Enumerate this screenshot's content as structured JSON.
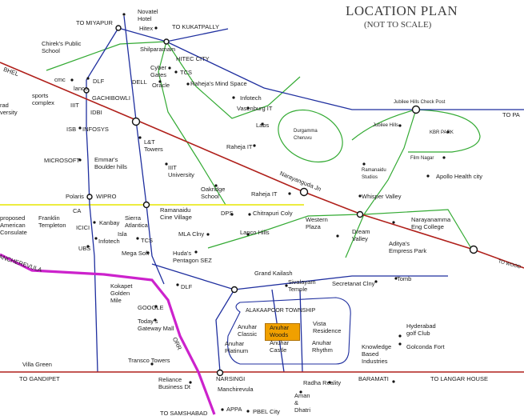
{
  "title": "LOCATION PLAN",
  "subtitle": "(NOT TO SCALE)",
  "colors": {
    "background": "#ffffff",
    "major_road": "#b0201b",
    "arterial_road": "#1f2f9f",
    "inner_road": "#33aa33",
    "link_road": "#e6e600",
    "orr": "#cc22cc",
    "highlight": "#f0a000",
    "landmark_dot": "#111111"
  },
  "labels": {
    "to_miyapur": "TO MIYAPUR",
    "novatel_hotel": "Novatel Hotel",
    "hitex": "Hitex",
    "to_kukatpally": "TO KUKATPALLY",
    "chirek_school": "Chirek's Public School",
    "shilparamam": "Shilparamam",
    "hitec_city": "HITEC CITY",
    "cyber_gates": "Cyber Gates",
    "tcs_top": "TCS",
    "oracle": "Oracle",
    "rahejas_mind_space": "Raheja's Mind Space",
    "bhel": "BHEL",
    "cmc": "cmc",
    "dlf_top": "DLF",
    "dell": "DELL",
    "lanco": "lanco",
    "sports_complex": "sports complex",
    "gachibowli": "GACHIBOWLI",
    "idbi": "IDBI",
    "iiit": "IIIT",
    "infotech": "Infotech",
    "vasenburg_it": "Vasenburg IT",
    "central_university": "rad versity",
    "jubilee_check_post": "Jubilee Hills Check Post",
    "to_pa": "TO PA",
    "jubilee_hills": "Jubilee Hills",
    "kbr_park": "KBR PARK",
    "durgamma_cheruvu": "Durgamma Cheruvu",
    "isb": "ISB",
    "infosys": "INFOSYS",
    "labs": "Labs",
    "lt_towers": "L&T Towers",
    "raheja_it": "Raheja IT",
    "film_nagar": "Film Nagar",
    "ramanaidu_studios": "Ramanaidu Studios",
    "apollo_health_city": "Apollo Health city",
    "microsoft": "MICROSOFT",
    "emmars_boulder_hills": "Emmar's Boulder hills",
    "iiit_university": "IIIT University",
    "narayanguda_jn": "Narayanguda Jn",
    "raheja_it_2": "Raheja IT",
    "whisper_valley": "Whisper Valley",
    "polaris": "Polaris",
    "wipro": "WIPRO",
    "ca": "CA",
    "oakridge_school": "Oakridge School",
    "ramanaidu_cine_village": "Ramanaidu Cine Village",
    "dps": "DPS",
    "chitrapuri_coly": "Chitrapuri Coly",
    "narayanamma_college": "Narayanamma Eng College",
    "proposed_american_consulate": "proposed American Consulate",
    "franklin_templeton": "Franklin Templeton",
    "kanbay": "Kanbay",
    "sierra_atlantica": "Sierra Atlantica",
    "western_plaza": "Western Plaza",
    "dream_valley": "Dream Valley",
    "aditya_empress_park": "Aditya's Empress Park",
    "icici": "ICICI",
    "isla": "Isla",
    "infotech_2": "Infotech",
    "tcs_mid": "TCS",
    "mla_colony": "MLA Clny",
    "lanco_hills": "Lanco Hills",
    "manchirevula_left": "ANCHEREVULA",
    "ubs": "UBS",
    "mega_soft": "Mega Soft",
    "hudas_pentagon_sez": "Huda's Pentagon SEZ",
    "to_wood": "TO WOOD",
    "grand_kailash": "Grand Kailash",
    "sivalayam_temple": "Sivalayam Temple",
    "secretariat_colony": "Secretanat Clny",
    "tomb": "Tomb",
    "kokapet_golden_mile": "Kokapet Golden Mile",
    "dlf_mid": "DLF",
    "alakaapoor_township": "ALAKAAPOOR TOWNSHIP",
    "google": "GOOGLE",
    "todays_gateway_mall": "Today's Gateway Mall",
    "anuhar_classic": "Anuhar Classic",
    "anuhar_woods": "Anuhar Woods",
    "vista_residence": "Vista Residence",
    "hyderabad_golf_club": "Hyderabad golf Club",
    "anuhar_platinum": "Anuhar Platinum",
    "anuhar_castle": "Anuhar Castle",
    "anuhar_rhythm": "Anuhar Rhythm",
    "knowledge_based_industries": "Knowledge Based Industries",
    "golconda_fort": "Golconda Fort",
    "orr_label": "ORR",
    "transco_towers": "Transco Towers",
    "villa_green": "Villa Green",
    "to_gandipet": "TO GANDIPET",
    "narsingi": "NARSINGI",
    "radha_reality": "Radha Reality",
    "baramati": "BARAMATI",
    "to_langar_house": "TO LANGAR HOUSE",
    "reliance_business_dt": "Reliance Business Dt",
    "manchirevula": "Manchirevula",
    "aman_dhatri": "Aman & Dhatri",
    "to_shamshabad": "TO SAMSHABAD",
    "appa": "APPA",
    "pbel_city": "PBEL City"
  }
}
